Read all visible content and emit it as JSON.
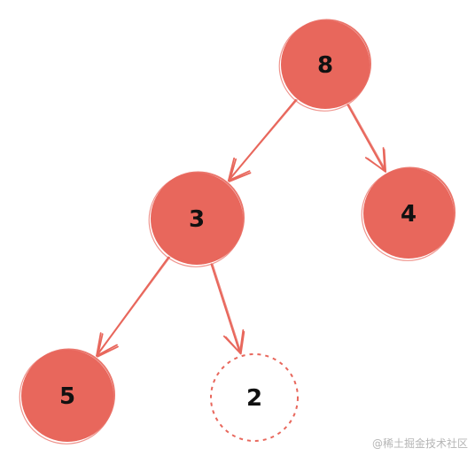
{
  "colors": {
    "node_fill": "#e8675c",
    "edge": "#e8675c",
    "label": "#111111",
    "empty_node_stroke": "#e8675c"
  },
  "tree": {
    "nodes": [
      {
        "id": "root",
        "label": "8",
        "style": "filled"
      },
      {
        "id": "left",
        "label": "3",
        "style": "filled"
      },
      {
        "id": "right",
        "label": "4",
        "style": "filled"
      },
      {
        "id": "left-left",
        "label": "5",
        "style": "filled"
      },
      {
        "id": "left-right",
        "label": "2",
        "style": "dashed"
      }
    ],
    "edges": [
      {
        "from": "root",
        "to": "left"
      },
      {
        "from": "root",
        "to": "right"
      },
      {
        "from": "left",
        "to": "left-left"
      },
      {
        "from": "left",
        "to": "left-right"
      }
    ]
  },
  "watermark": "@稀土掘金技术社区"
}
